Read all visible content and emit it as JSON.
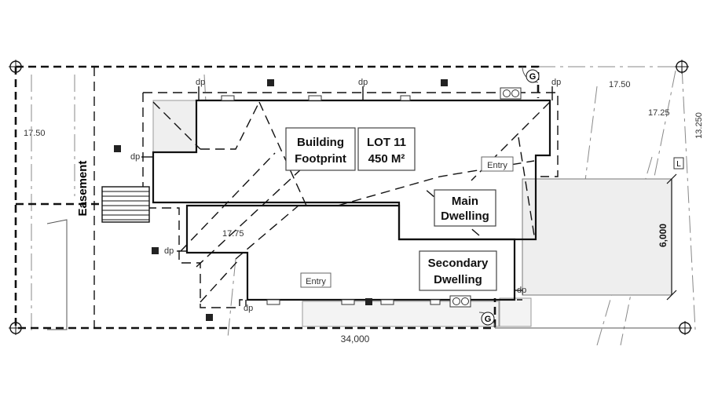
{
  "labels": {
    "building_footprint": [
      "Building",
      "Footprint"
    ],
    "lot": [
      "LOT 11",
      "450 M²"
    ],
    "main_dwelling": [
      "Main",
      "Dwelling"
    ],
    "secondary_dwelling": [
      "Secondary",
      "Dwelling"
    ],
    "easement": "Easement",
    "entry_main": "Entry",
    "entry_secondary": "Entry",
    "gate_top": "G",
    "gate_bottom": "G",
    "marker_L": "L",
    "downpipe": "dp"
  },
  "levels": {
    "left": "17.50",
    "top_right": "17.50",
    "right": "17.25",
    "center": "17.75",
    "edge_right": "13.250"
  },
  "dimensions": {
    "frontage": "34,000",
    "driveway": "6,000"
  },
  "icons": {
    "survey_peg": "crosshair-circle-icon",
    "service_pit": "filled-square-icon",
    "tap": "double-circle-icon"
  }
}
